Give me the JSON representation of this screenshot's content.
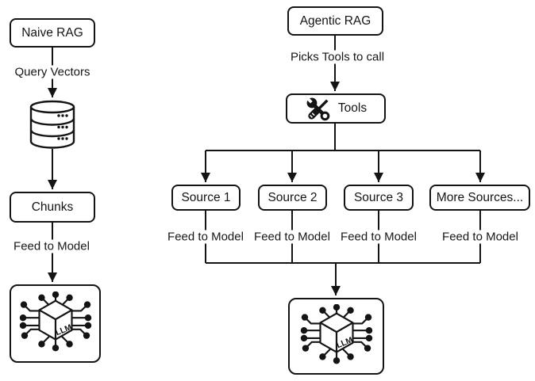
{
  "left_flow": {
    "title": "Naive RAG",
    "edge1_label": "Query Vectors",
    "chunks_label": "Chunks",
    "edge2_label": "Feed to Model",
    "llm_text": "LLM"
  },
  "right_flow": {
    "title": "Agentic RAG",
    "edge1_label": "Picks Tools to call",
    "tools_label": "Tools",
    "sources": [
      {
        "label": "Source 1",
        "edge_label": "Feed to Model"
      },
      {
        "label": "Source 2",
        "edge_label": "Feed to Model"
      },
      {
        "label": "Source 3",
        "edge_label": "Feed to Model"
      },
      {
        "label": "More Sources...",
        "edge_label": "Feed to Model"
      }
    ],
    "llm_text": "LLM"
  },
  "colors": {
    "line": "#141414",
    "box_border": "#141414",
    "background": "#ffffff",
    "text": "#161616"
  }
}
